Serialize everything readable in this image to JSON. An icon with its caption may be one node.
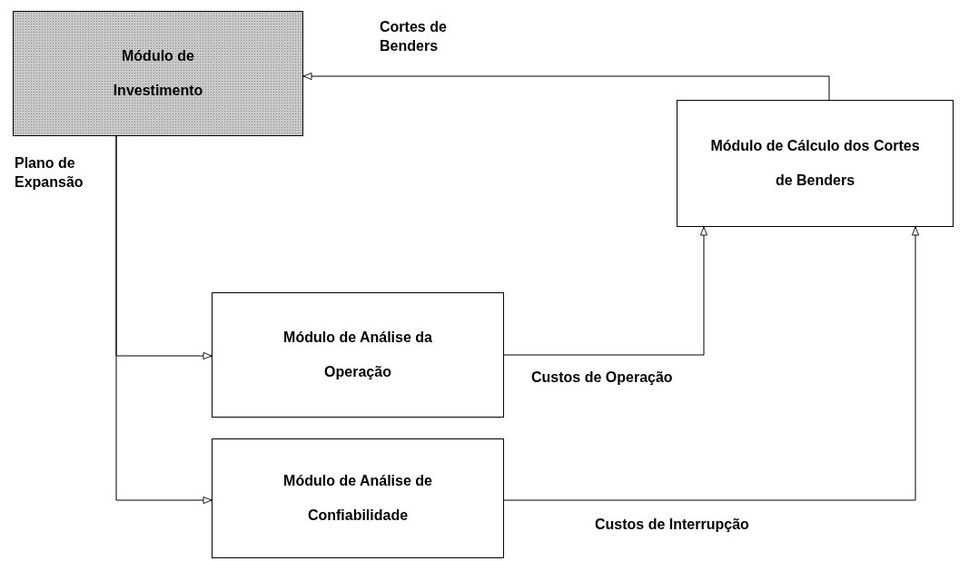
{
  "diagram": {
    "nodes": [
      {
        "text": [
          "Módulo de Investimento"
        ]
      },
      {
        "text": [
          "Módulo de Cálculo dos Cortes de Benders"
        ]
      },
      {
        "text": [
          "Módulo de Análise da Operação"
        ]
      },
      {
        "text": [
          "Módulo de Análise de Confiabilidade"
        ]
      }
    ],
    "edges": [
      {
        "from": 1,
        "to": 0,
        "arrow": "to",
        "label": "Cortes de Benders"
      },
      {
        "from": 0,
        "to": 2,
        "arrow": "to",
        "label": "Plano de Expansão"
      },
      {
        "from": 0,
        "to": 3,
        "arrow": "to"
      },
      {
        "from": 2,
        "to": 1,
        "arrow": "to",
        "label": "Custos de Operação"
      },
      {
        "from": 3,
        "to": 1,
        "arrow": "to",
        "label": "Custos de Interrupção"
      }
    ]
  }
}
